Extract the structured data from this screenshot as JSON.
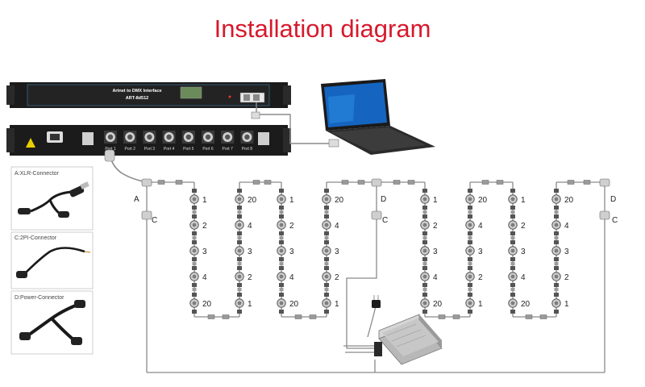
{
  "title": "Installation diagram",
  "controller": {
    "name": "Artnet to DMX Interface",
    "model": "ART-8d512",
    "ports": [
      "Port 1",
      "Port 2",
      "Port 3",
      "Port 4",
      "Port 5",
      "Port 6",
      "Port 7",
      "Port 8"
    ]
  },
  "legend": {
    "xlr": "A:XLR-Connector",
    "twopin": "C:2PI-Connector",
    "power": "D:Power-Connector"
  },
  "connector_labels": {
    "a": "A",
    "c": "C",
    "d": "D"
  },
  "node_labels": {
    "col1": [
      "1",
      "2",
      "3",
      "4",
      "20"
    ],
    "col2": [
      "20",
      "4",
      "3",
      "2",
      "1"
    ],
    "col3": [
      "1",
      "2",
      "3",
      "4",
      "20"
    ],
    "col4": [
      "20",
      "4",
      "3",
      "2",
      "1"
    ],
    "col5": [
      "1",
      "2",
      "3",
      "4",
      "20"
    ],
    "col6": [
      "20",
      "4",
      "3",
      "2",
      "1"
    ],
    "col7": [
      "1",
      "2",
      "3",
      "4",
      "20"
    ],
    "col8": [
      "20",
      "4",
      "3",
      "2",
      "1"
    ]
  },
  "colors": {
    "title": "#d7192c",
    "device": "#1b1b1b",
    "wire": "#8a8a8a"
  }
}
